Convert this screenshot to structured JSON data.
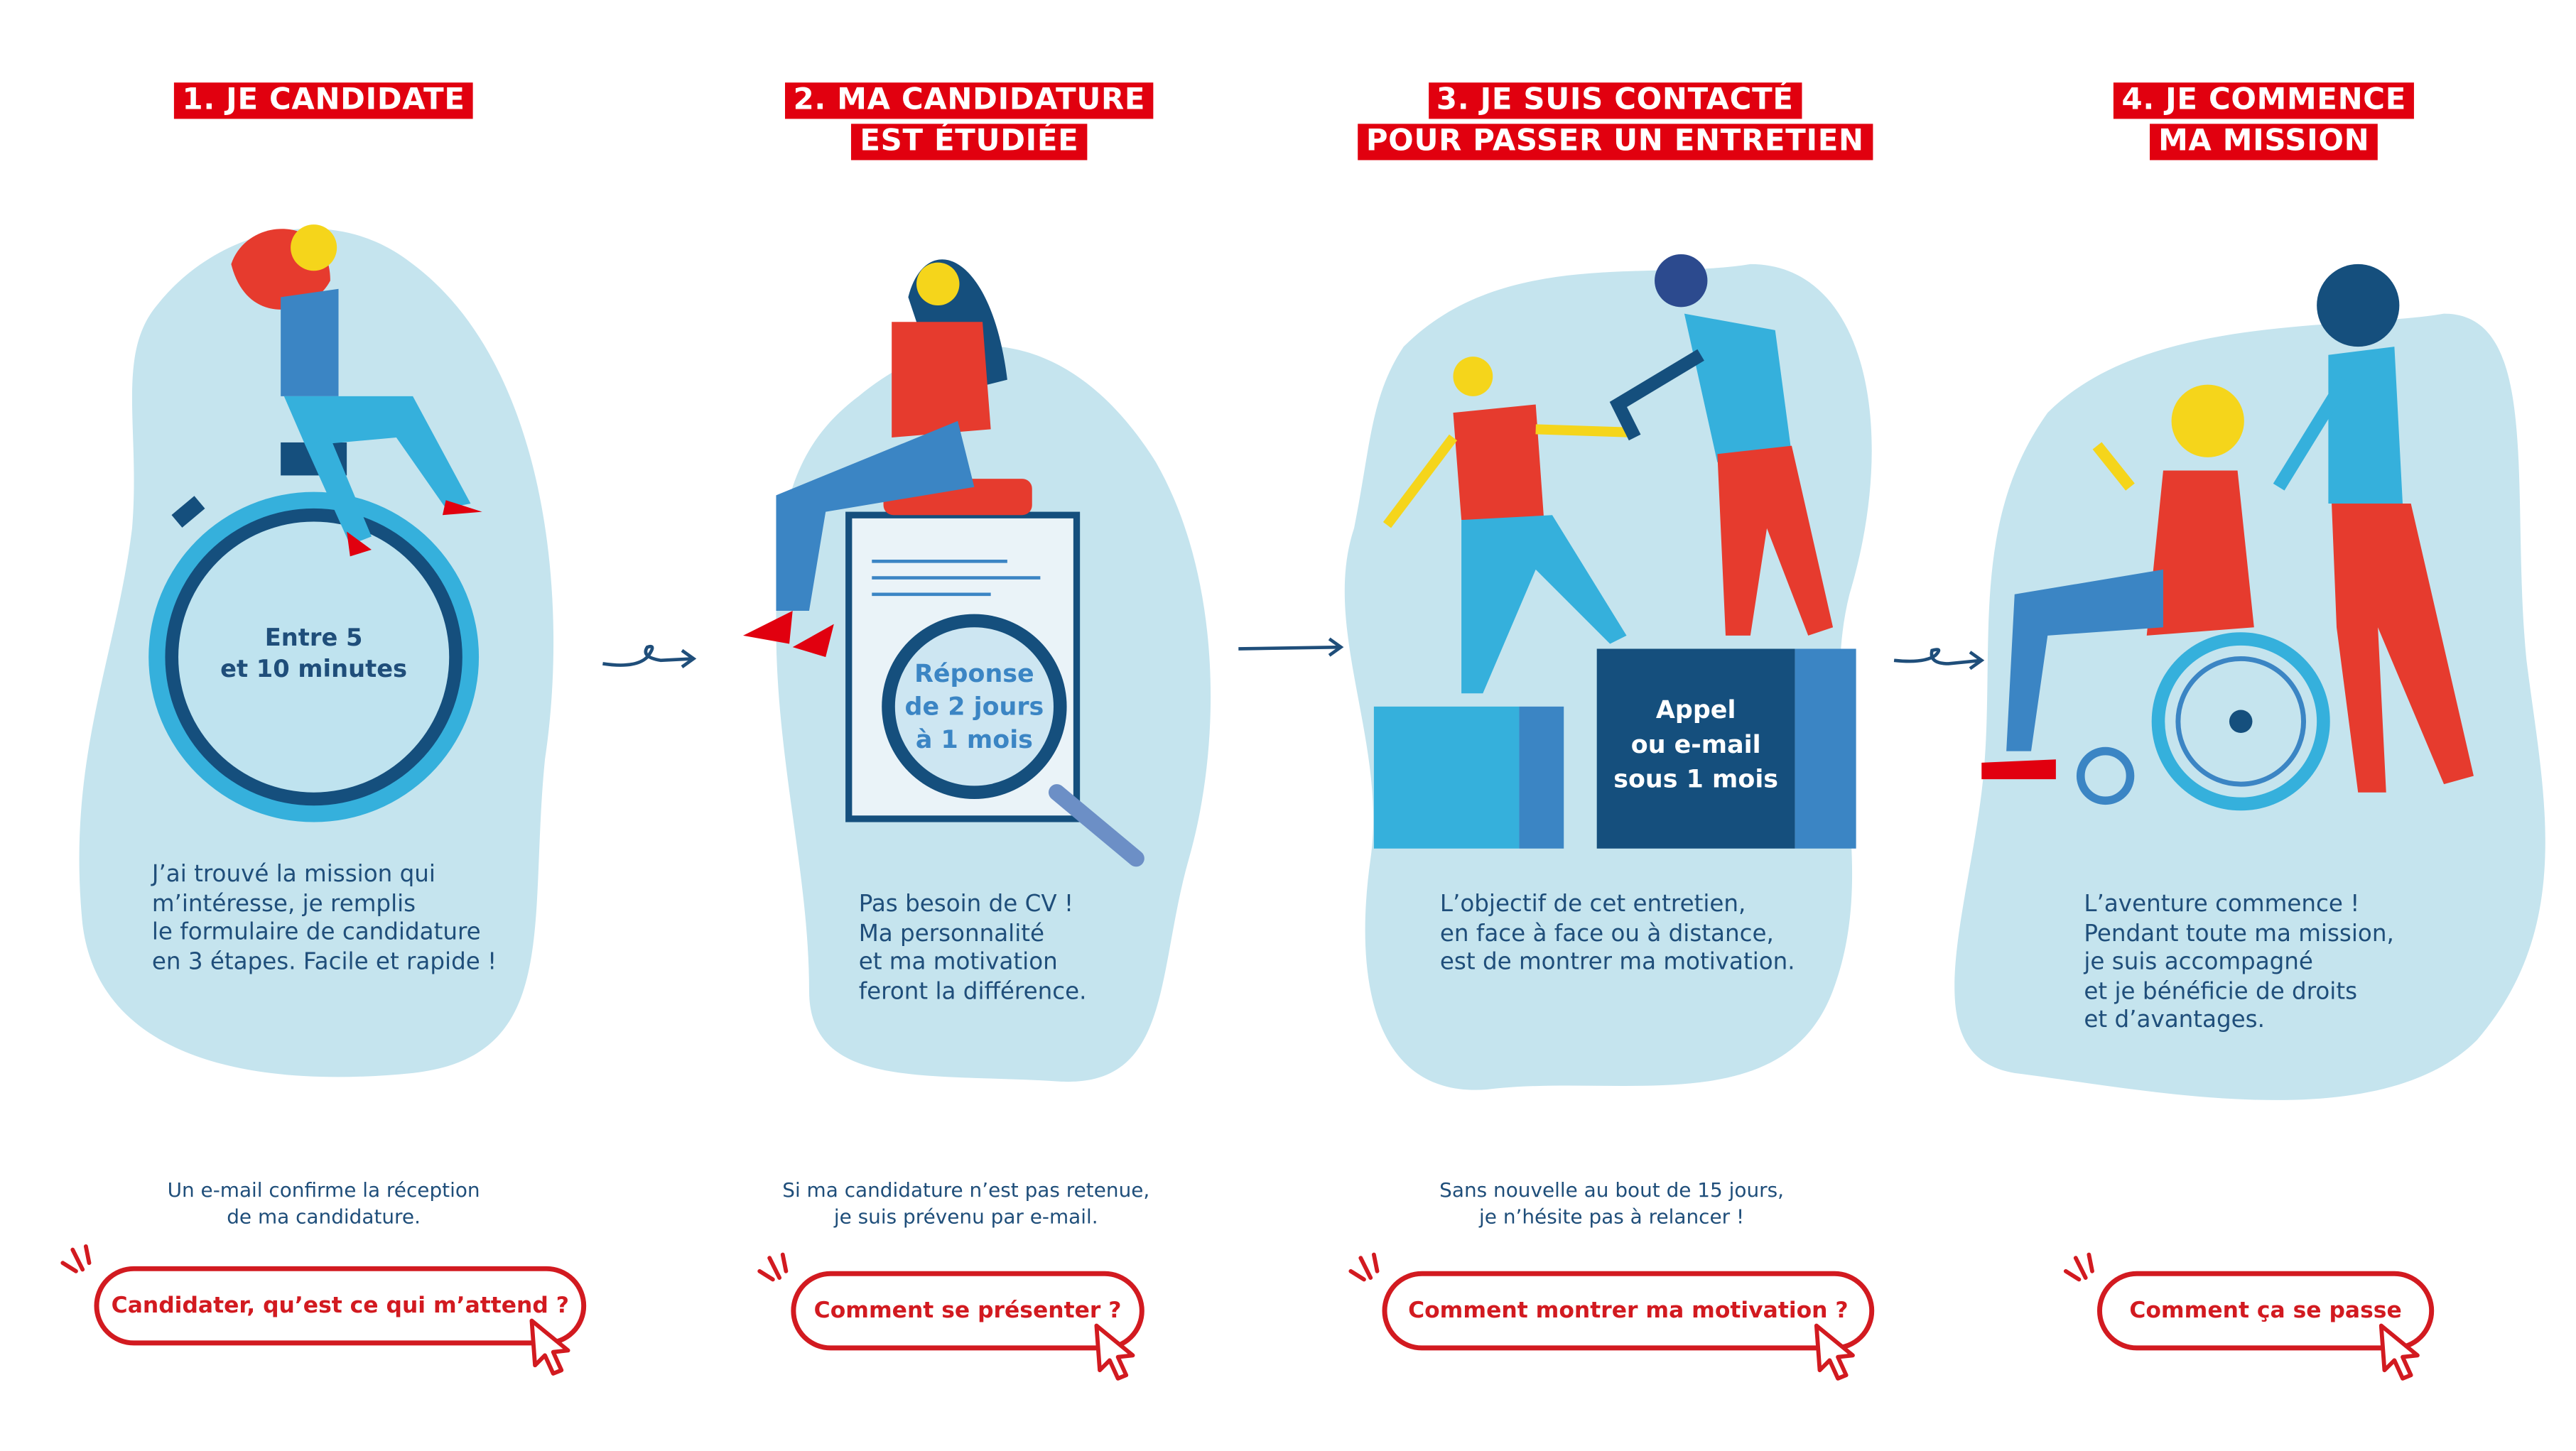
{
  "colors": {
    "accent_red": "#e1000f",
    "navy": "#1f4e7a",
    "blob": "#c5e4ee",
    "blue": "#35b0dc",
    "dark_blue": "#154f7d"
  },
  "steps": [
    {
      "heading": [
        "1.  JE CANDIDATE"
      ],
      "badge": "Entre 5\net 10 minutes",
      "text": "J’ai trouvé la mission qui\nm’intéresse, je remplis\nle formulaire de candidature\nen 3 étapes. Facile et rapide !",
      "note": "Un e-mail confirme la réception\nde ma candidature.",
      "button": "Candidater, qu’est ce qui m’attend ?"
    },
    {
      "heading": [
        "2. MA CANDIDATURE",
        "EST ÉTUDIÉE"
      ],
      "badge": "Réponse\nde 2 jours\nà 1 mois",
      "text": "Pas besoin de CV !\nMa personnalité\net ma motivation\nferont la différence.",
      "note": "Si ma candidature n’est pas retenue,\nje suis prévenu par e-mail.",
      "button": "Comment se présenter ?"
    },
    {
      "heading": [
        "3. JE SUIS CONTACTÉ",
        "POUR PASSER UN ENTRETIEN"
      ],
      "badge": "Appel\nou e-mail\nsous 1 mois",
      "text": "L’objectif de cet entretien,\nen face à face ou à distance,\nest de montrer ma motivation.",
      "note": "Sans nouvelle au bout de 15 jours,\nje n’hésite pas à relancer !",
      "button": "Comment montrer ma motivation ?"
    },
    {
      "heading": [
        "4. JE COMMENCE",
        "MA MISSION"
      ],
      "text": "L’aventure commence !\nPendant toute ma mission,\nje suis accompagné\net je bénéficie de droits\net d’avantages.",
      "button": "Comment ça se passe"
    }
  ]
}
